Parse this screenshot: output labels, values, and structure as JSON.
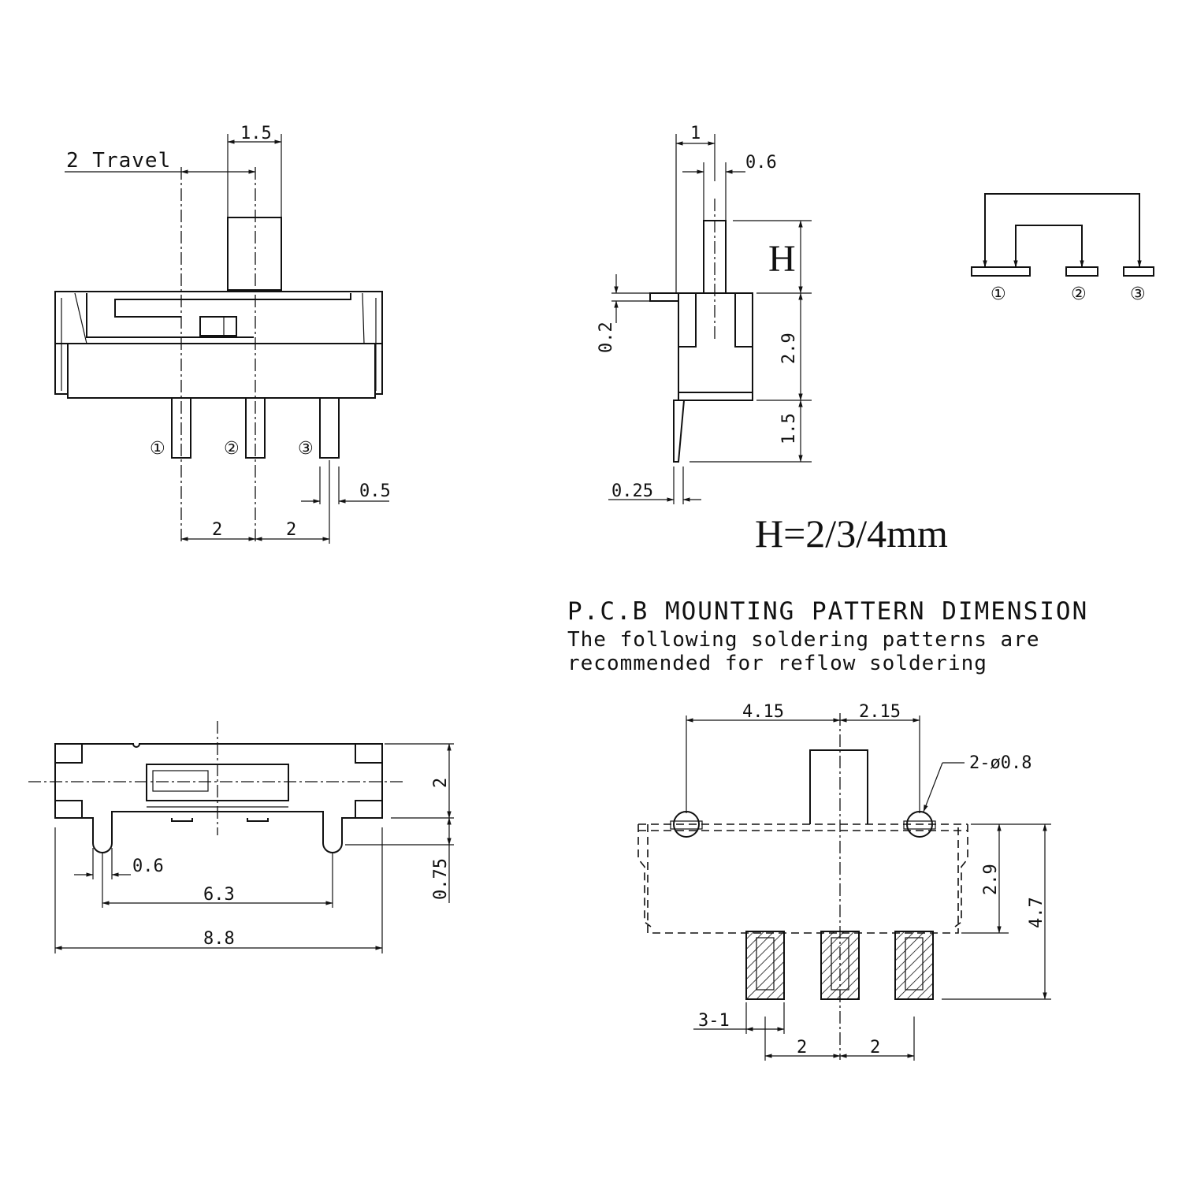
{
  "front_view": {
    "dim_top": "1.5",
    "travel": "2 Travel",
    "pins": [
      "①",
      "②",
      "③"
    ],
    "dim_pin_width": "0.5",
    "pitch_left": "2",
    "pitch_right": "2"
  },
  "side_view": {
    "dim_top": "1",
    "dim_actuator": "0.6",
    "h_label": "H",
    "dim_flange": "0.2",
    "dim_body": "2.9",
    "dim_leg": "1.5",
    "dim_leg_thickness": "0.25",
    "h_values": "H=2/3/4mm"
  },
  "circuit": {
    "pins": [
      "①",
      "②",
      "③"
    ]
  },
  "pcb": {
    "title": "P.C.B MOUNTING PATTERN DIMENSION",
    "note_line1": "The following soldering patterns are",
    "note_line2": "recommended for reflow soldering",
    "dim_left": "4.15",
    "dim_right": "2.15",
    "hole_label": "2-ø0.8",
    "dim_body": "2.9",
    "dim_total": "4.7",
    "dim_pad": "3-1",
    "pitch_left": "2",
    "pitch_right": "2"
  },
  "top_view": {
    "dim_height": "2",
    "dim_leg": "0.75",
    "dim_leg_width": "0.6",
    "dim_leg_span": "6.3",
    "dim_total": "8.8"
  }
}
